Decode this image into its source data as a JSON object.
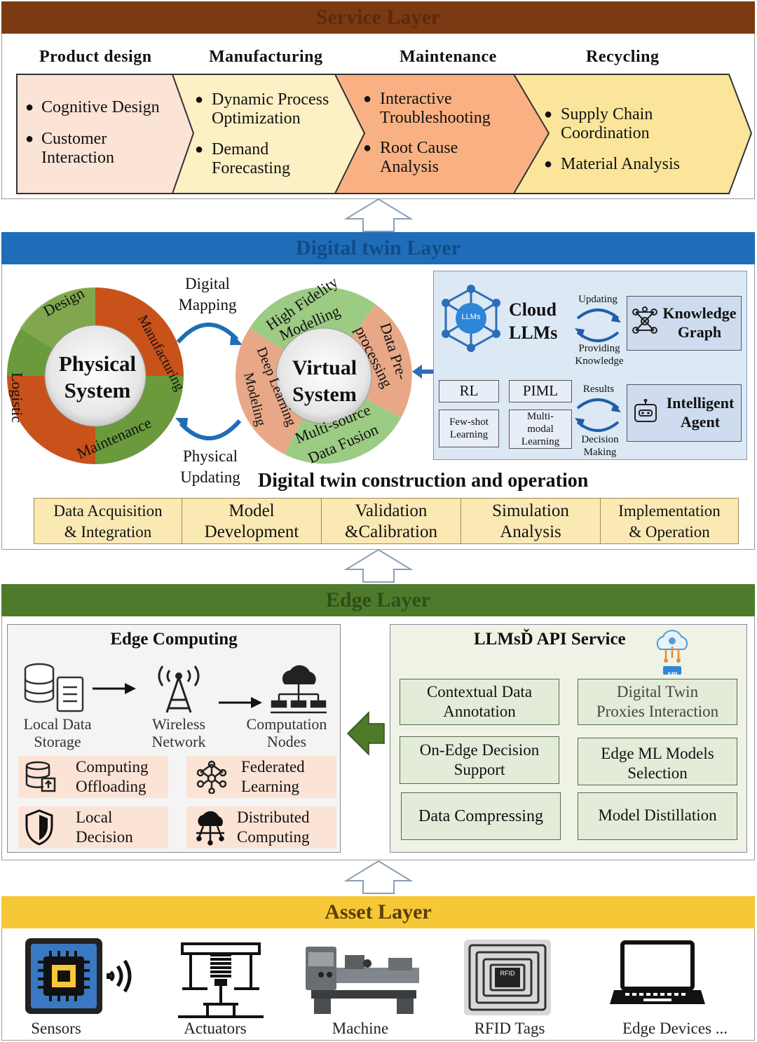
{
  "layers": {
    "service": "Service Layer",
    "digital_twin": "Digital twin Layer",
    "edge": "Edge Layer",
    "asset": "Asset Layer"
  },
  "colors": {
    "service_band": "#7b3a12",
    "dt_band": "#1f6db8",
    "edge_band": "#4e7a2c",
    "asset_band": "#f6c736",
    "product_design": "#fbe3d6",
    "manufacturing": "#fdf0c4",
    "maintenance": "#f9b183",
    "recycling": "#fbe59a",
    "llm_panel": "#dde8f5",
    "api_panel": "#eef3e6"
  },
  "service": {
    "stages": [
      {
        "title": "Product design",
        "items": [
          "Cognitive Design",
          "Customer Interaction"
        ]
      },
      {
        "title": "Manufacturing",
        "items": [
          "Dynamic Process Optimization",
          "Demand Forecasting"
        ]
      },
      {
        "title": "Maintenance",
        "items": [
          "Interactive Troubleshooting",
          "Root Cause Analysis"
        ]
      },
      {
        "title": "Recycling",
        "items": [
          "Supply Chain Coordination",
          "Material Analysis"
        ]
      }
    ]
  },
  "digital_twin": {
    "physical": {
      "center_line1": "Physical",
      "center_line2": "System",
      "ring": [
        "Design",
        "Manufacturing",
        "Maintenance",
        "Logistic"
      ]
    },
    "virtual": {
      "center_line1": "Virtual",
      "center_line2": "System",
      "ring": [
        "High Fidelity",
        "Modelling",
        "Data Pre-",
        "processing",
        "Multi-source",
        "Data Fusion",
        "Deep Learning",
        "Modeling"
      ]
    },
    "digital_mapping": [
      "Digital",
      "Mapping"
    ],
    "physical_updating": [
      "Physical",
      "Updating"
    ],
    "llm_box": {
      "cloud_llms": [
        "Cloud",
        "LLMs"
      ],
      "llms_icon_text": "LLMs",
      "updating": "Updating",
      "providing_knowledge": [
        "Providing",
        "Knowledge"
      ],
      "knowledge_graph": [
        "Knowledge",
        "Graph"
      ],
      "rl": "RL",
      "piml": "PIML",
      "few_shot": [
        "Few-shot",
        "Learning"
      ],
      "multimodal": [
        "Multi-",
        "modal",
        "Learning"
      ],
      "results": "Results",
      "decision_making": [
        "Decision",
        "Making"
      ],
      "intelligent_agent": [
        "Intelligent",
        "Agent"
      ]
    },
    "construction_title": "Digital twin construction and operation",
    "steps": [
      [
        "Data Acquisition",
        "& Integration"
      ],
      [
        "Model",
        "Development"
      ],
      [
        "Validation",
        "&Calibration"
      ],
      [
        "Simulation",
        "Analysis"
      ],
      [
        "Implementation",
        "& Operation"
      ]
    ]
  },
  "edge": {
    "computing_title": "Edge Computing",
    "flow": [
      [
        "Local Data",
        "Storage"
      ],
      [
        "Wireless",
        "Network"
      ],
      [
        "Computation",
        "Nodes"
      ]
    ],
    "features": [
      [
        "Computing",
        "Offloading"
      ],
      [
        "Federated",
        "Learning"
      ],
      [
        "Local",
        "Decision"
      ],
      [
        "Distributed",
        "Computing"
      ]
    ],
    "api_title": "LLMsĎ API Service",
    "api_icon_text": "API",
    "api_items": [
      [
        "Contextual Data",
        "Annotation"
      ],
      [
        "Digital Twin",
        "Proxies Interaction"
      ],
      [
        "On-Edge Decision",
        "Support"
      ],
      [
        "Edge ML Models",
        "Selection"
      ],
      [
        "Data Compressing"
      ],
      [
        "Model Distillation"
      ]
    ]
  },
  "asset": {
    "items": [
      "Sensors",
      "Actuators",
      "Machine",
      "RFID Tags",
      "Edge Devices ..."
    ],
    "rfid_chip_text": "RFID"
  }
}
